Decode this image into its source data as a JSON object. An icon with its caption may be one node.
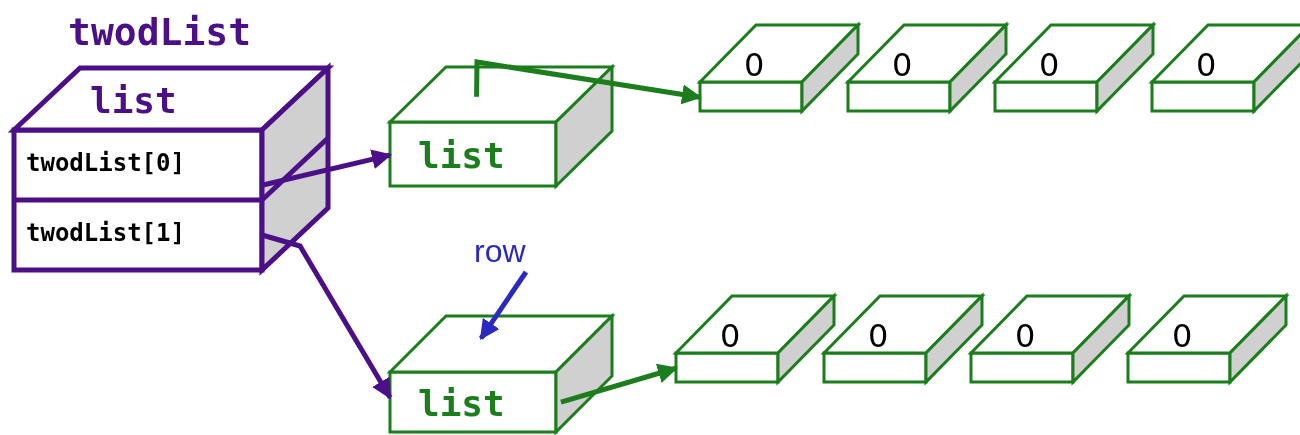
{
  "diagram": {
    "nodes": [
      {
        "text": [
          "twodList",
          "list"
        ]
      },
      {
        "text": [
          "twodList[0]"
        ],
        "in": 0
      },
      {
        "text": [
          "twodList[1]"
        ],
        "in": 0
      },
      {
        "text": [
          "list"
        ]
      },
      {
        "text": [
          "0"
        ]
      },
      {
        "text": [
          "0"
        ]
      },
      {
        "text": [
          "0"
        ]
      },
      {
        "text": [
          "0"
        ]
      },
      {
        "text": [
          "list"
        ]
      },
      {
        "text": [
          "0"
        ]
      },
      {
        "text": [
          "0"
        ]
      },
      {
        "text": [
          "0"
        ]
      },
      {
        "text": [
          "0"
        ]
      },
      {
        "text": [
          "row"
        ]
      }
    ],
    "edges": [
      {
        "from": 1,
        "to": 3,
        "arrow": "to",
        "color": "#4b0f87"
      },
      {
        "from": 2,
        "to": 8,
        "arrow": "to",
        "color": "#4b0f87"
      },
      {
        "from": 3,
        "to": 4,
        "arrow": "to",
        "color": "#1b7d1b"
      },
      {
        "from": 8,
        "to": 9,
        "arrow": "to",
        "color": "#1b7d1b"
      },
      {
        "from": 13,
        "to": 8,
        "arrow": "to",
        "color": "#2a2ac0"
      }
    ]
  }
}
